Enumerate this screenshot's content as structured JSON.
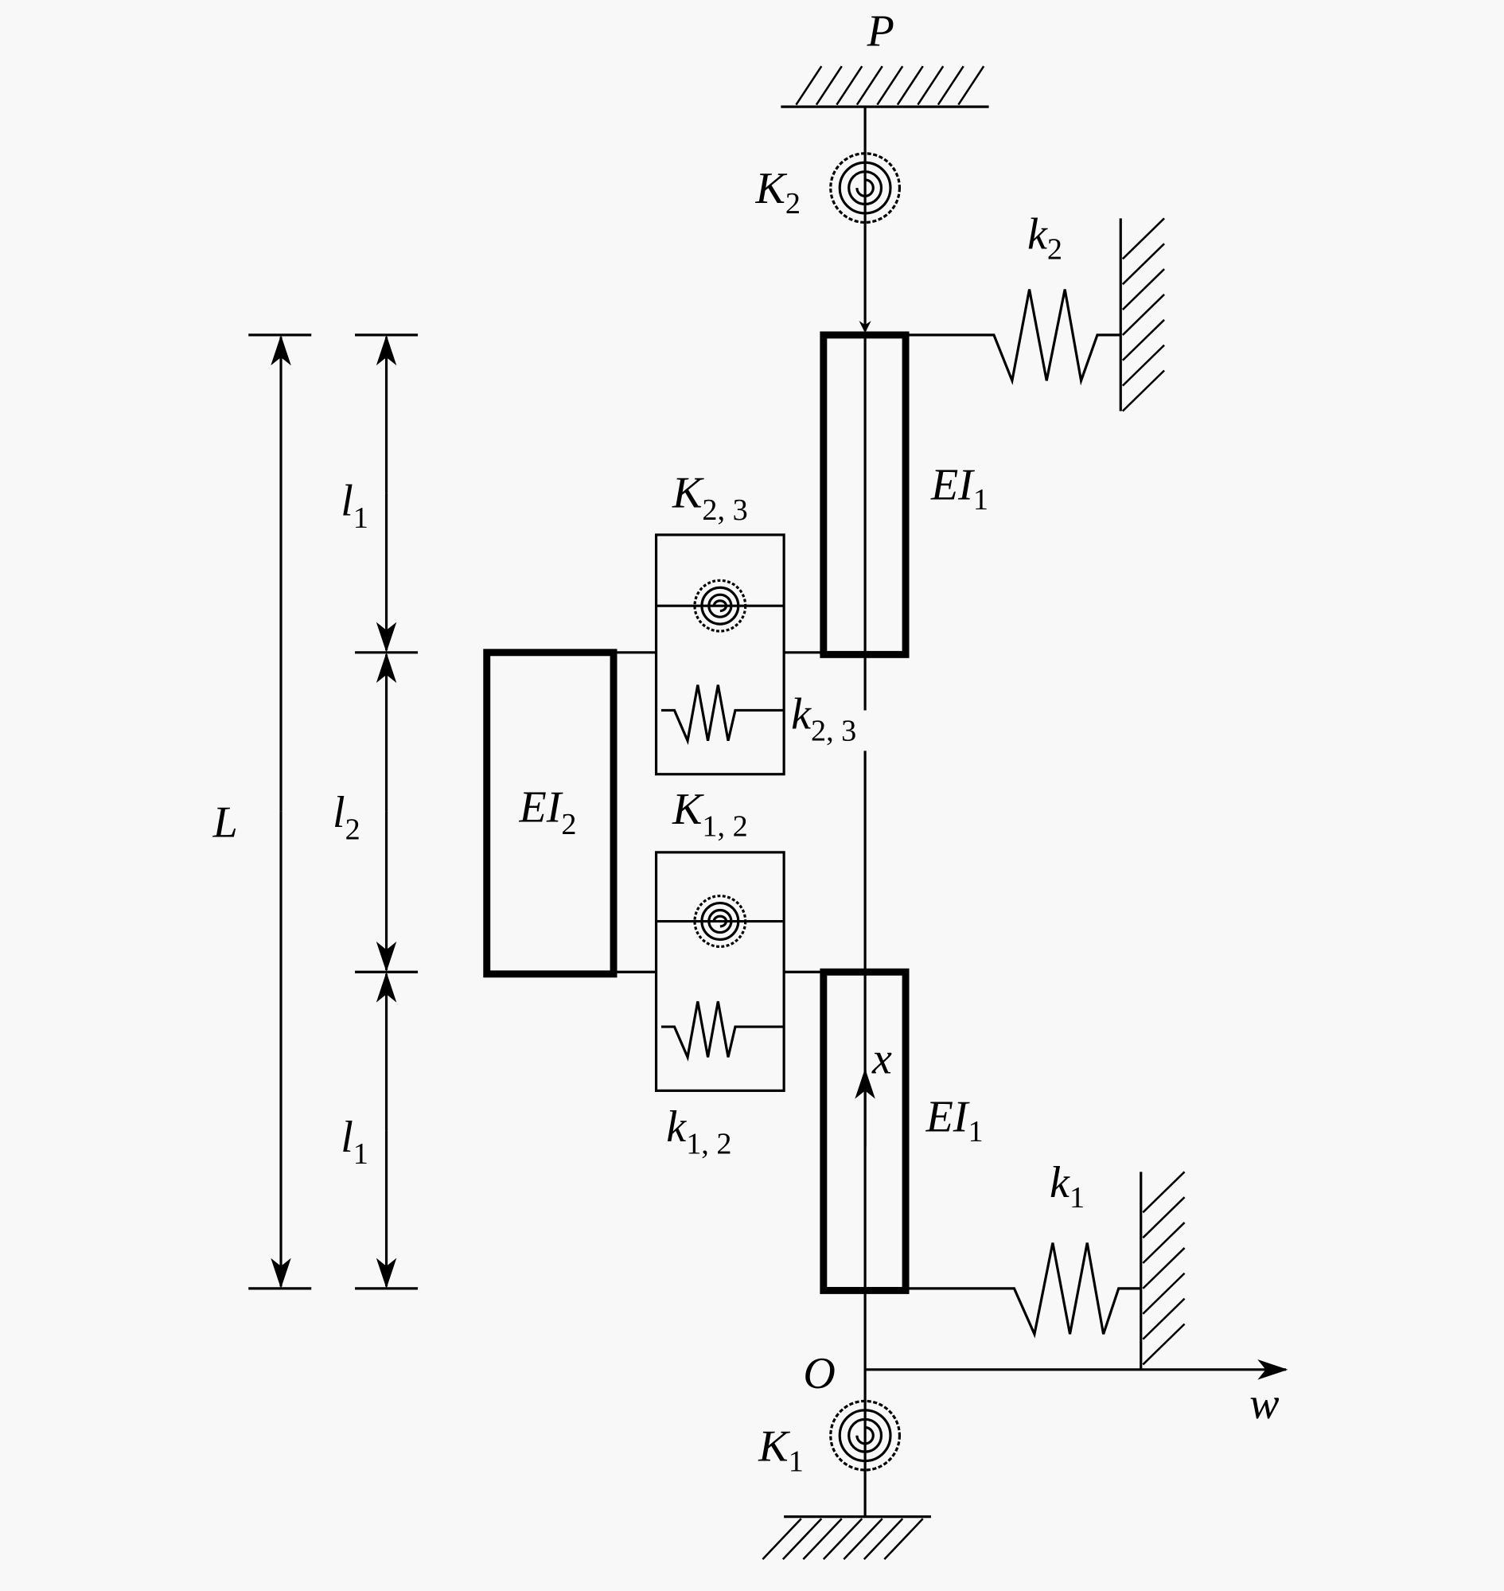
{
  "labels": {
    "P": {
      "main": "P"
    },
    "K2": {
      "main": "K",
      "sub": "2"
    },
    "k2": {
      "main": "k",
      "sub": "2"
    },
    "EI1_top": {
      "main": "EI",
      "sub": "1"
    },
    "K23": {
      "main": "K",
      "sub": "2, 3"
    },
    "k23": {
      "main": "k",
      "sub": "2, 3"
    },
    "EI2": {
      "main": "EI",
      "sub": "2"
    },
    "K12": {
      "main": "K",
      "sub": "1, 2"
    },
    "k12": {
      "main": "k",
      "sub": "1, 2"
    },
    "x": {
      "main": "x"
    },
    "EI1_bottom": {
      "main": "EI",
      "sub": "1"
    },
    "k1": {
      "main": "k",
      "sub": "1"
    },
    "O": {
      "main": "O"
    },
    "w": {
      "main": "w"
    },
    "K1": {
      "main": "K",
      "sub": "1"
    },
    "L": {
      "main": "L"
    },
    "l1_top": {
      "main": "l",
      "sub": "1"
    },
    "l2": {
      "main": "l",
      "sub": "2"
    },
    "l1_bottom": {
      "main": "l",
      "sub": "1"
    }
  }
}
